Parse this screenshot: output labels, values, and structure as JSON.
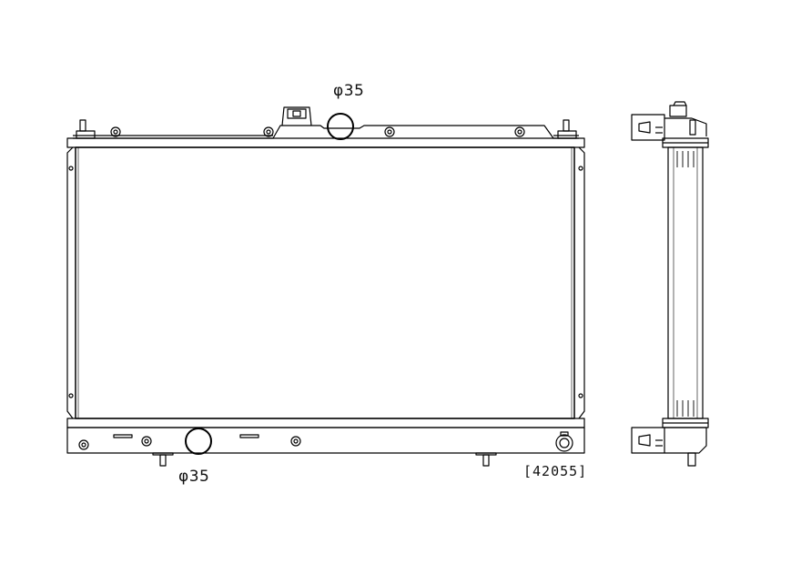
{
  "labels": {
    "top_pipe_diameter": "φ35",
    "bottom_pipe_diameter": "φ35",
    "part_number": "[42055]"
  }
}
